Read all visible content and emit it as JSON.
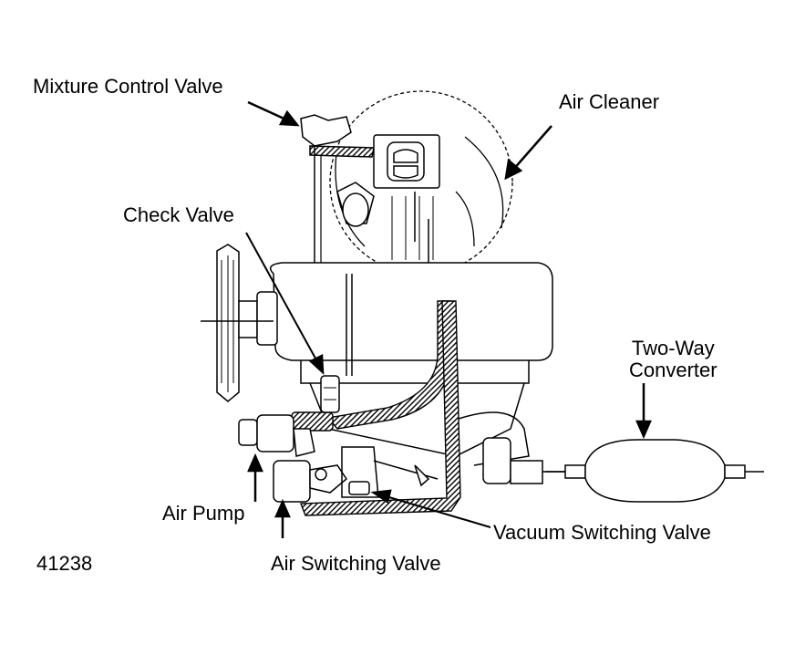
{
  "labels": {
    "mixture_control_valve": "Mixture Control Valve",
    "air_cleaner": "Air Cleaner",
    "check_valve": "Check Valve",
    "two_way_converter_line1": "Two-Way",
    "two_way_converter_line2": "Converter",
    "air_pump": "Air Pump",
    "vacuum_switching_valve": "Vacuum Switching Valve",
    "air_switching_valve": "Air Switching Valve",
    "figure_number": "41238"
  }
}
